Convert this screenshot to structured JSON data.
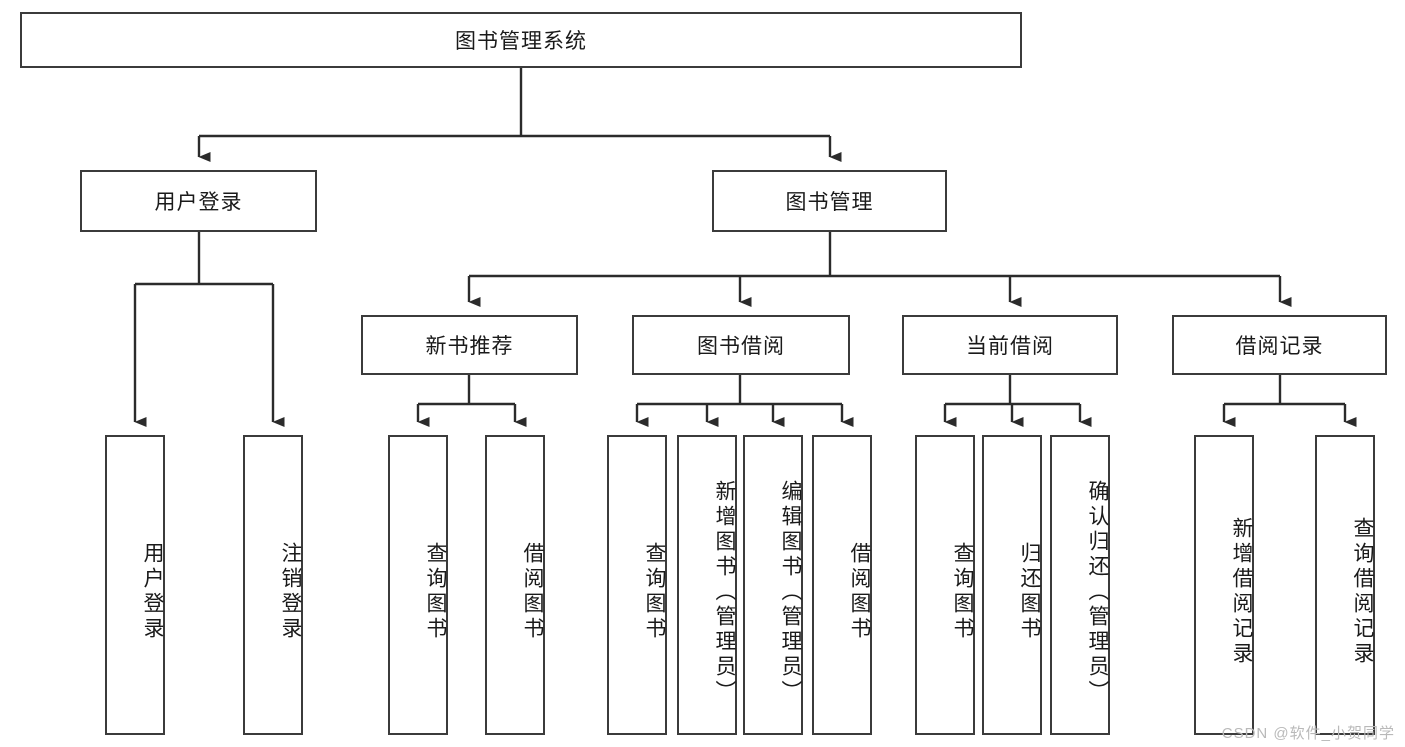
{
  "diagram": {
    "title": "图书管理系统",
    "type": "tree-hierarchy",
    "root": {
      "label": "图书管理系统"
    },
    "level2": [
      {
        "label": "用户登录"
      },
      {
        "label": "图书管理"
      }
    ],
    "level3": [
      {
        "label": "新书推荐"
      },
      {
        "label": "图书借阅"
      },
      {
        "label": "当前借阅"
      },
      {
        "label": "借阅记录"
      }
    ],
    "leaves": {
      "user_login": [
        {
          "label": "用户登录"
        },
        {
          "label": "注销登录"
        }
      ],
      "new_book_recommend": [
        {
          "label": "查询图书"
        },
        {
          "label": "借阅图书"
        }
      ],
      "book_borrow": [
        {
          "label": "查询图书"
        },
        {
          "label": "新增图书（管理员）"
        },
        {
          "label": "编辑图书（管理员）"
        },
        {
          "label": "借阅图书"
        }
      ],
      "current_borrow": [
        {
          "label": "查询图书"
        },
        {
          "label": "归还图书"
        },
        {
          "label": "确认归还（管理员）"
        }
      ],
      "borrow_record": [
        {
          "label": "新增借阅记录"
        },
        {
          "label": "查询借阅记录"
        }
      ]
    }
  },
  "watermark": {
    "text": "CSDN @软件_小贺同学"
  },
  "colors": {
    "box_border": "#3b3b3b",
    "box_fill": "#ffffff",
    "line": "#2b2b2b",
    "text": "#1a1a1a",
    "watermark": "#b9b9b9"
  }
}
